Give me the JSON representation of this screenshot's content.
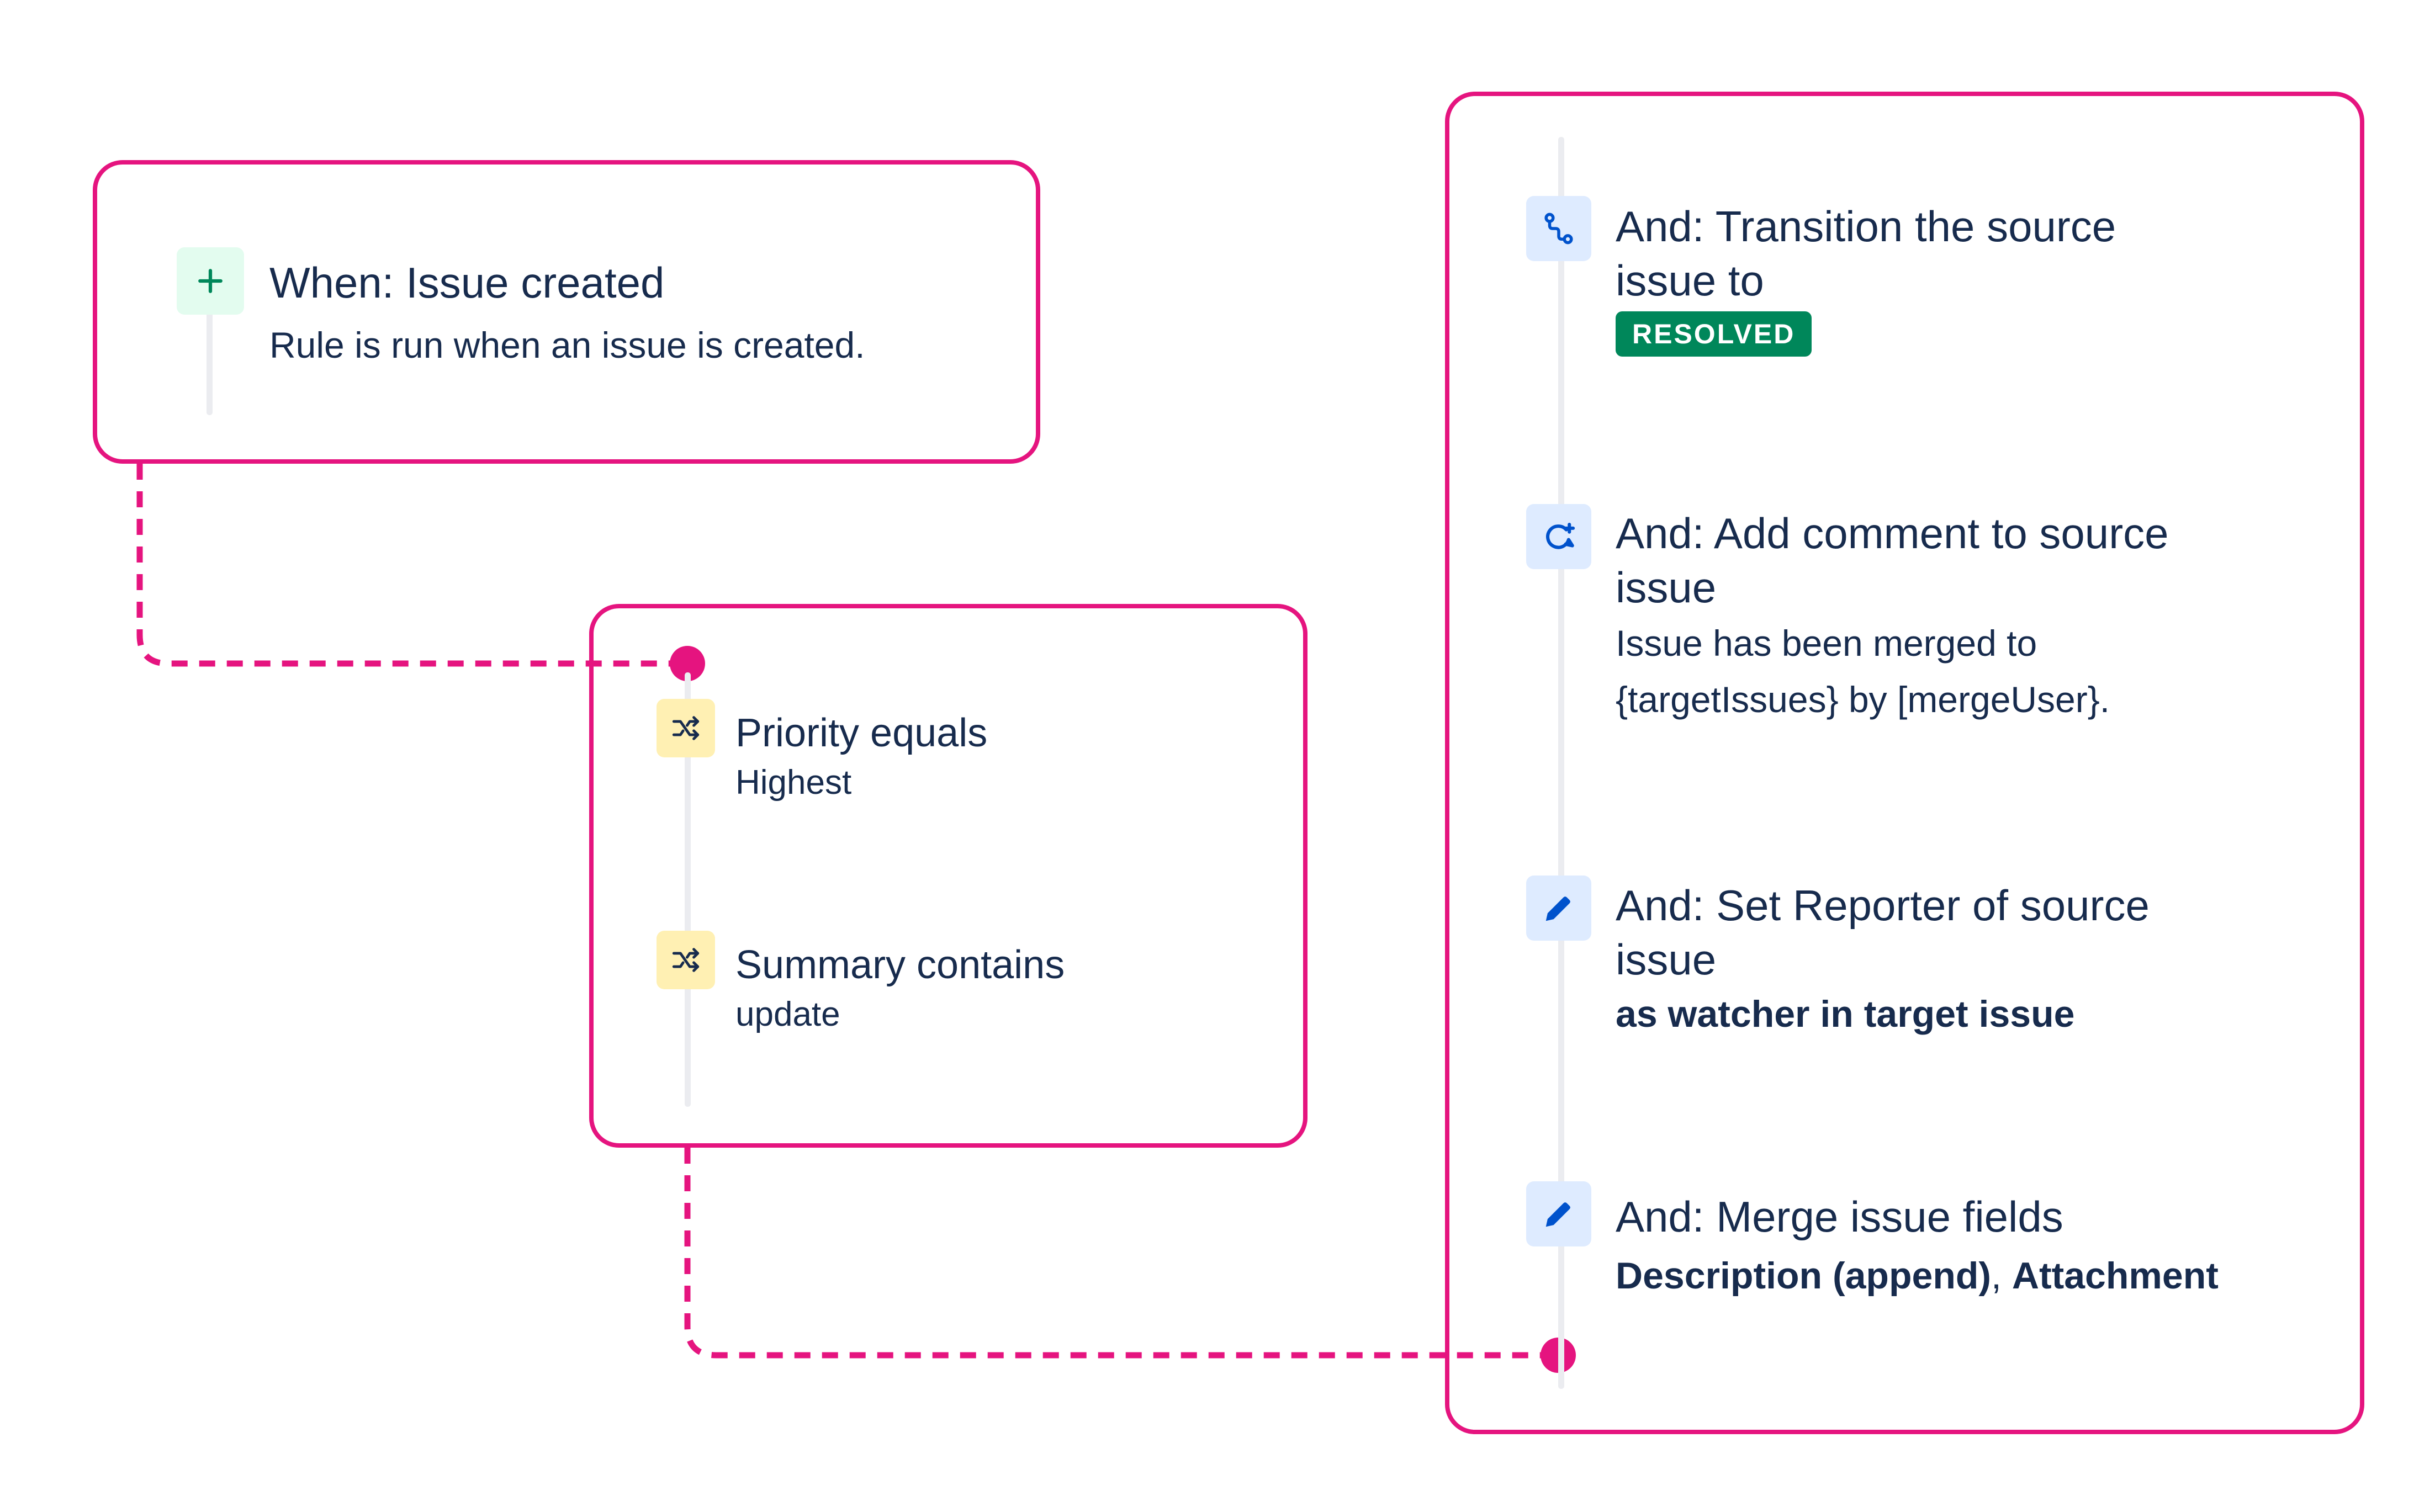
{
  "colors": {
    "group_border": "#e5147f",
    "connector": "#e5147f",
    "text": "#172b4d",
    "rail": "#ebecf0",
    "trigger_tile_bg": "#e3fcef",
    "trigger_icon": "#00875a",
    "condition_tile_bg": "#fff0b3",
    "condition_icon": "#172b4d",
    "action_tile_bg": "#deebff",
    "action_icon": "#0052cc",
    "status_lozenge_bg": "#00875a",
    "status_lozenge_text": "#ffffff"
  },
  "trigger": {
    "icon": "plus-icon",
    "title": "When: Issue created",
    "description": "Rule is run when an issue is created."
  },
  "conditions": [
    {
      "icon": "shuffle-icon",
      "title": "Priority equals",
      "value": "Highest"
    },
    {
      "icon": "shuffle-icon",
      "title": "Summary contains",
      "value": "update"
    }
  ],
  "actions": {
    "transition": {
      "icon": "transition-icon",
      "title_line1": "And: Transition the source",
      "title_line2": "issue to",
      "status": "RESOLVED"
    },
    "comment": {
      "icon": "comment-icon",
      "title_line1": "And: Add comment to source",
      "title_line2": "issue",
      "body_line1": "Issue has been merged to",
      "body_line2": "{targetIssues} by [mergeUser}."
    },
    "reporter": {
      "icon": "pencil-icon",
      "title_line1": "And: Set Reporter of source",
      "title_line2": "issue",
      "detail": "as watcher in target issue"
    },
    "merge": {
      "icon": "pencil-icon",
      "title": "And: Merge issue fields",
      "field1": "Description (append)",
      "separator": ", ",
      "field2": "Attachment"
    }
  }
}
